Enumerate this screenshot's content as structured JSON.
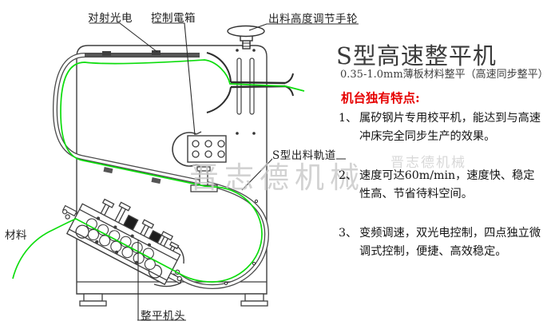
{
  "doc": {
    "title": "S型高速整平机",
    "subtitle": "0.35-1.0mm薄板材料整平（高速同步整平）"
  },
  "features": {
    "heading": "机台独有特点:",
    "items": [
      {
        "num": "1、",
        "text": "属矽钢片专用校平机，能达到与高速冲床完全同步生产的效果。"
      },
      {
        "num": "2、",
        "text": "速度可达60m/min，速度快、稳定性高、节省待料空间。"
      },
      {
        "num": "3、",
        "text": "变频调速，双光电控制，四点独立微调式控制，便捷、高效稳定。"
      }
    ]
  },
  "labels": {
    "photoelectric": "对射光电",
    "control_box": "控制電箱",
    "handwheel": "出料高度调节手轮",
    "s_track": "S型出料軌道",
    "material": "材料",
    "leveler_head": "整平机头"
  },
  "watermarks": {
    "large": "晋志德机械",
    "small": "晋志德机械"
  },
  "colors": {
    "material_line": "#0ddd0d",
    "accent_red": "#e60000",
    "line_art": "#3f3f3f",
    "watermark": "#c8c8c8"
  }
}
